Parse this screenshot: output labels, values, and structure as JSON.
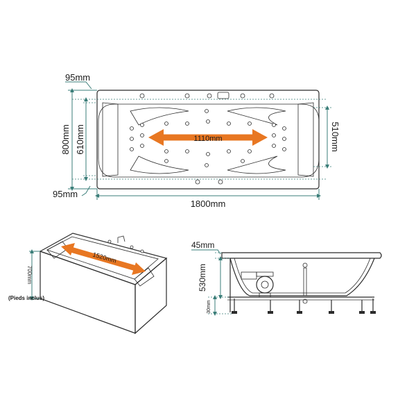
{
  "colors": {
    "dimension_line": "#3a7d78",
    "highlight_arrow": "#e87722",
    "outline": "#2b2b2b",
    "background": "#ffffff"
  },
  "top_view": {
    "rim_top": "95mm",
    "rim_bottom": "95mm",
    "overall_width": "800mm",
    "inner_width": "610mm",
    "length": "1800mm",
    "inner_length": "1110mm",
    "headrest_width": "510mm"
  },
  "perspective_view": {
    "inner_length": "1520mm",
    "height": "700mm",
    "note": "(Pieds inclus)"
  },
  "side_view": {
    "rim": "45mm",
    "depth": "530mm",
    "feet": "30mm"
  }
}
